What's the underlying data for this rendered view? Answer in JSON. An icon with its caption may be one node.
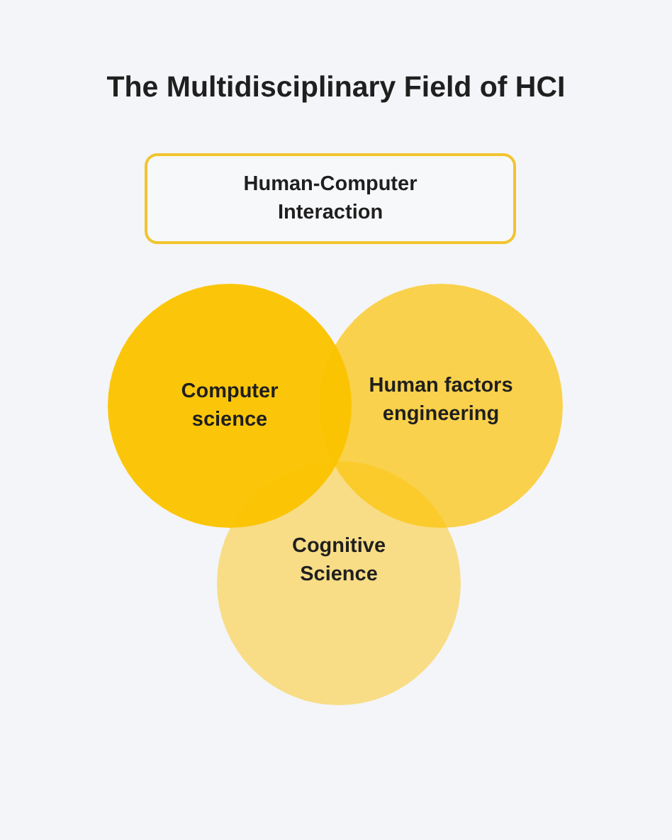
{
  "diagram": {
    "title": "The Multidisciplinary Field of HCI",
    "nodes": [
      {
        "text": [
          "Human-Computer Interaction"
        ]
      },
      {
        "text": [
          "Computer science"
        ]
      },
      {
        "text": [
          "Human factors engineering"
        ]
      },
      {
        "text": [
          "Cognitive Science"
        ]
      }
    ]
  }
}
